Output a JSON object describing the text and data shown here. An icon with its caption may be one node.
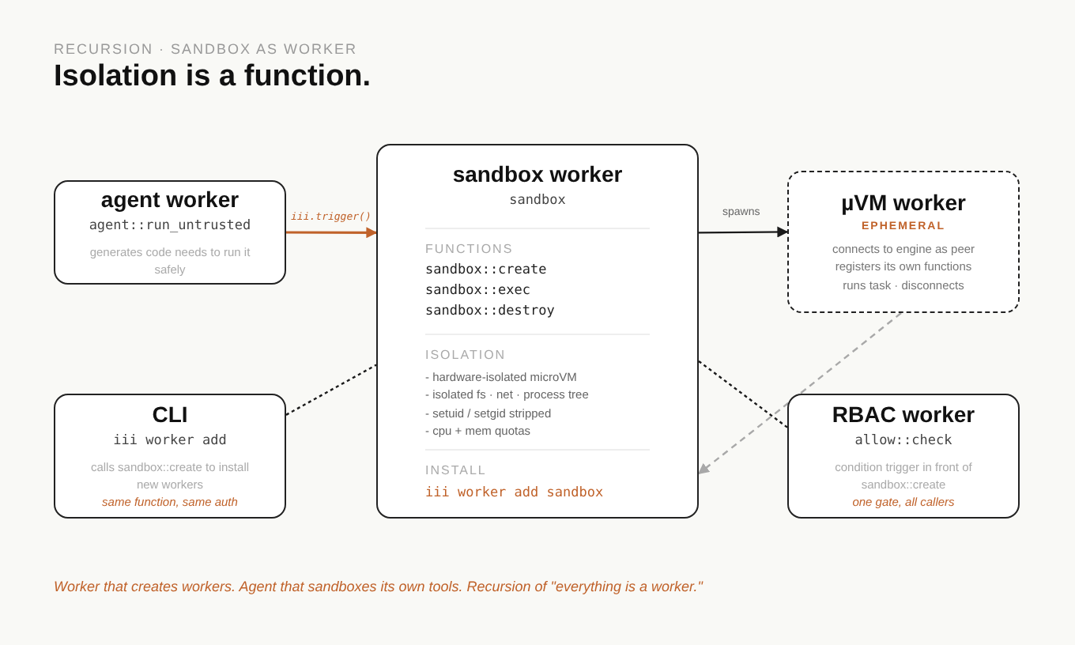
{
  "diagram": {
    "title": "Isolation is a function.",
    "caption": "Worker that creates workers. Agent that sandboxes its own tools. Recursion of \"everything is a worker.\"",
    "nodes": [
      {
        "text": [
          "agent worker",
          "agent::run_untrusted",
          "generates code needs to run it safely"
        ]
      },
      {
        "text": [
          "sandbox worker",
          "sandbox",
          "FUNCTIONS",
          "sandbox::create",
          "sandbox::exec",
          "sandbox::destroy",
          "ISOLATION",
          "- hardware-isolated microVM",
          "- isolated fs · net · process tree",
          "- setuid / setgid stripped",
          "- cpu + mem quotas",
          "INSTALL",
          "iii worker add sandbox"
        ]
      },
      {
        "text": [
          "µVM worker",
          "EPHEMERAL",
          "connects to engine as peer",
          "registers its own functions",
          "runs task · disconnects"
        ]
      },
      {
        "text": [
          "CLI",
          "iii worker add",
          "calls sandbox::create to install new workers",
          "same function, same auth"
        ]
      },
      {
        "text": [
          "RBAC worker",
          "allow::check",
          "condition trigger in front of sandbox::create",
          "one gate, all callers"
        ]
      }
    ],
    "edges": [
      {
        "from": 0,
        "to": 1,
        "arrow": "to",
        "label": "iii.trigger()",
        "color": "#c0622a"
      },
      {
        "from": 1,
        "to": 2,
        "arrow": "to",
        "label": "spawns"
      },
      {
        "from": 3,
        "to": 1,
        "arrow": "none",
        "style": "dashed"
      },
      {
        "from": 1,
        "to": 4,
        "arrow": "none",
        "style": "dashed"
      },
      {
        "from": 2,
        "to": 1,
        "arrow": "to",
        "style": "dashed",
        "color": "#a8a8a8"
      }
    ],
    "labels": [
      "RECURSION · SANDBOX AS WORKER"
    ]
  }
}
